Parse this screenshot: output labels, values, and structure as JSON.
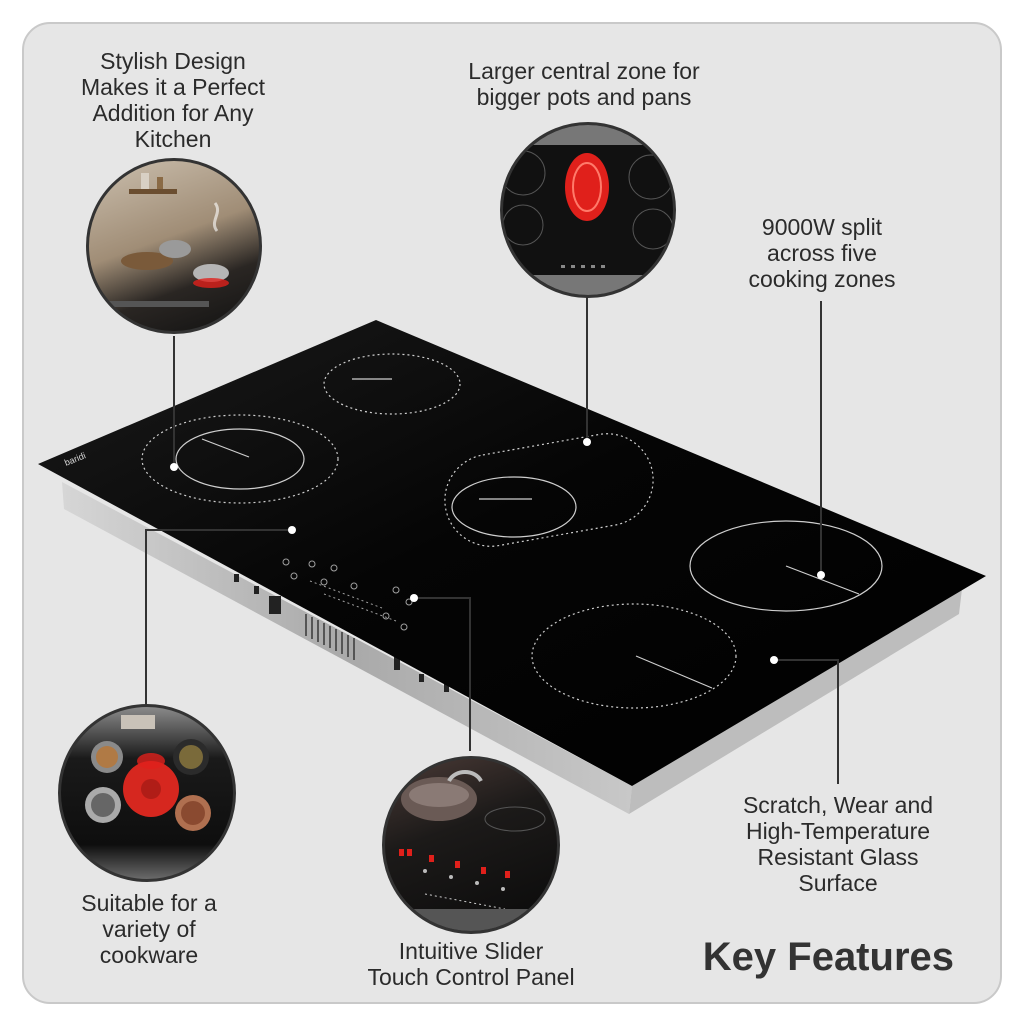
{
  "features": {
    "stylish": "Stylish Design\nMakes it a Perfect\nAddition for Any\nKitchen",
    "central": "Larger central zone for\nbigger pots and pans",
    "power": "9000W split\nacross five\ncooking zones",
    "glass": "Scratch, Wear and\nHigh-Temperature\nResistant Glass\nSurface",
    "cookware": "Suitable for a\nvariety of\ncookware",
    "controls": "Intuitive Slider\nTouch Control Panel"
  },
  "brand_mark": "baridi",
  "headline": "Key Features",
  "colors": {
    "background": "#e6e6e6",
    "glass": "#0a0a0a",
    "frame": "#b9b9b9",
    "zone_glow": "#e0201b",
    "text": "#2b2b2b"
  },
  "icons": [
    "cooktop-photo",
    "kitchen-photo",
    "zone-closeup-photo",
    "cookware-photo",
    "control-panel-photo"
  ]
}
